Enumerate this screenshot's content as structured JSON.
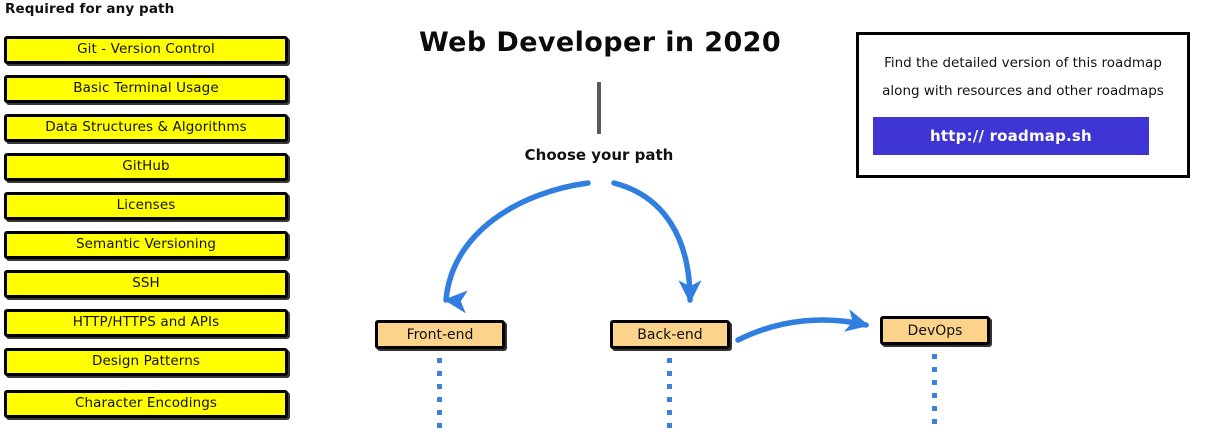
{
  "title": "Web Developer in 2020",
  "choose_path_label": "Choose your path",
  "required": {
    "heading": "Required for any path",
    "items": [
      {
        "label": "Git - Version Control"
      },
      {
        "label": "Basic Terminal Usage"
      },
      {
        "label": "Data Structures & Algorithms"
      },
      {
        "label": "GitHub"
      },
      {
        "label": "Licenses"
      },
      {
        "label": "Semantic Versioning"
      },
      {
        "label": "SSH"
      },
      {
        "label": "HTTP/HTTPS and APIs"
      },
      {
        "label": "Design Patterns"
      },
      {
        "label": "Character Encodings"
      }
    ]
  },
  "paths": [
    {
      "label": "Front-end"
    },
    {
      "label": "Back-end"
    },
    {
      "label": "DevOps"
    }
  ],
  "info_card": {
    "line1": "Find the detailed version of this roadmap",
    "line2": "along with resources and other roadmaps",
    "button_label": "http:// roadmap.sh"
  },
  "colors": {
    "required_box_fill": "#ffff00",
    "path_node_fill": "#fbd38b",
    "arrow_blue": "#2f7ee0",
    "dot_blue": "#3b82d8",
    "button_blue": "#3f35d4",
    "connector_gray": "#5b5b5b",
    "outline_black": "#000000"
  }
}
